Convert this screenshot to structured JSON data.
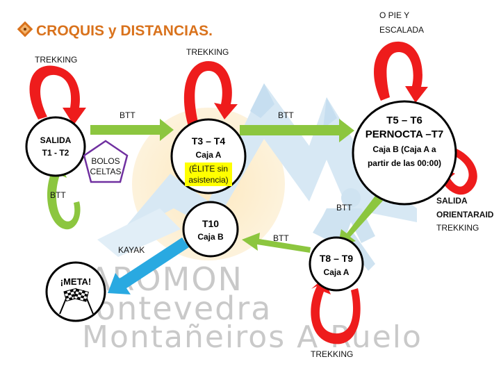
{
  "title": "CROQUIS y DISTANCIAS.",
  "colors": {
    "title": "#d9721c",
    "trekking_arrow": "#ee1c1c",
    "btt_arrow": "#8cc63f",
    "kayak_arrow": "#29a9e1",
    "pentagon": "#7030a0",
    "highlight": "#ffff00",
    "watermark": "#c9c9c9"
  },
  "nodes": {
    "salida": {
      "line1": "SALIDA",
      "line2": "T1 - T2"
    },
    "t3t4": {
      "line1": "T3 – T4",
      "line2": "Caja A",
      "elite1": "(ÉLITE sin",
      "elite2": "asistencia)"
    },
    "t5t7": {
      "line1": "T5 – T6",
      "line2": "PERNOCTA –T7",
      "line3": "Caja B (Caja A a",
      "line4": "partir de las 00:00)"
    },
    "t8t9": {
      "line1": "T8 – T9",
      "line2": "Caja A"
    },
    "t10": {
      "line1": "T10",
      "line2": "Caja B"
    },
    "meta": {
      "line1": "¡META!"
    }
  },
  "bolos": {
    "line1": "BOLOS",
    "line2": "CELTAS"
  },
  "labels": {
    "trekking_salida": "TREKKING",
    "trekking_t3": "TREKKING",
    "pie_escalada_1": "O PIE Y",
    "pie_escalada_2": "ESCALADA",
    "btt_1": "BTT",
    "btt_2": "BTT",
    "btt_loop": "BTT",
    "btt_down": "BTT",
    "btt_left": "BTT",
    "salida_orientaraid_1": "SALIDA",
    "salida_orientaraid_2": "ORIENTARAID",
    "trekking_t7": "TREKKING",
    "kayak": "KAYAK",
    "trekking_t8": "TREKKING"
  },
  "watermark": {
    "line1": "AROMON",
    "line2": "ontevedra",
    "line3": "Montañeiros A Ruelo"
  },
  "icons": {
    "title_logo": "orange-diamond-logo-icon",
    "checkered_flags": "checkered-flags-icon",
    "mountain": "mountain-watermark-icon",
    "runner": "runner-watermark-icon"
  }
}
